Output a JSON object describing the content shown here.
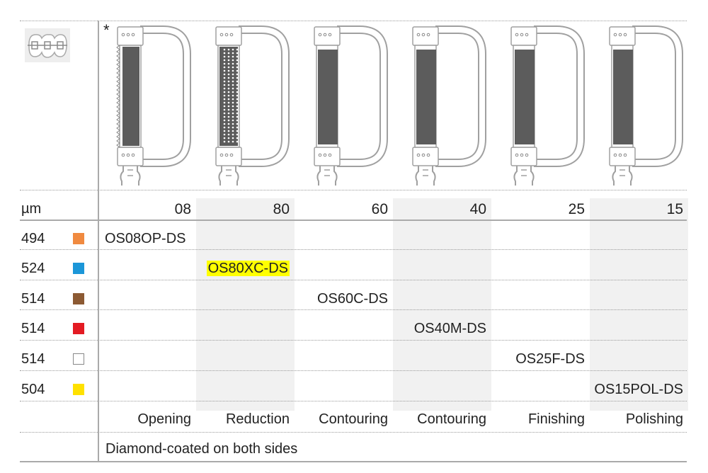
{
  "star": "*",
  "unit_label": "µm",
  "grits": [
    "08",
    "80",
    "60",
    "40",
    "25",
    "15"
  ],
  "rows": [
    {
      "code": "494",
      "color": "#f08a40",
      "product": "OS08OP-DS"
    },
    {
      "code": "524",
      "color": "#1b96d8",
      "product": "OS80XC-DS",
      "highlighted": true
    },
    {
      "code": "514",
      "color": "#8c5a33",
      "product": "OS60C-DS"
    },
    {
      "code": "514",
      "color": "#e31b23",
      "product": "OS40M-DS"
    },
    {
      "code": "514",
      "color": "#ffffff",
      "product": "OS25F-DS"
    },
    {
      "code": "504",
      "color": "#ffe100",
      "product": "OS15POL-DS"
    }
  ],
  "purposes": [
    "Opening",
    "Reduction",
    "Contouring",
    "Contouring",
    "Finishing",
    "Polishing"
  ],
  "note": "Diamond-coated on both sides",
  "icons": {
    "application": "braces-teeth-icon",
    "strip_types": [
      "serrated-strip-icon",
      "perforated-strip-icon",
      "solid-strip-icon",
      "solid-strip-icon",
      "solid-strip-icon",
      "solid-strip-icon"
    ]
  },
  "colors": {
    "highlight": "#ffff00",
    "grid": "#aaaaaa",
    "stripe": "#f1f1f1",
    "strip_coating": "#5c5c5c"
  }
}
